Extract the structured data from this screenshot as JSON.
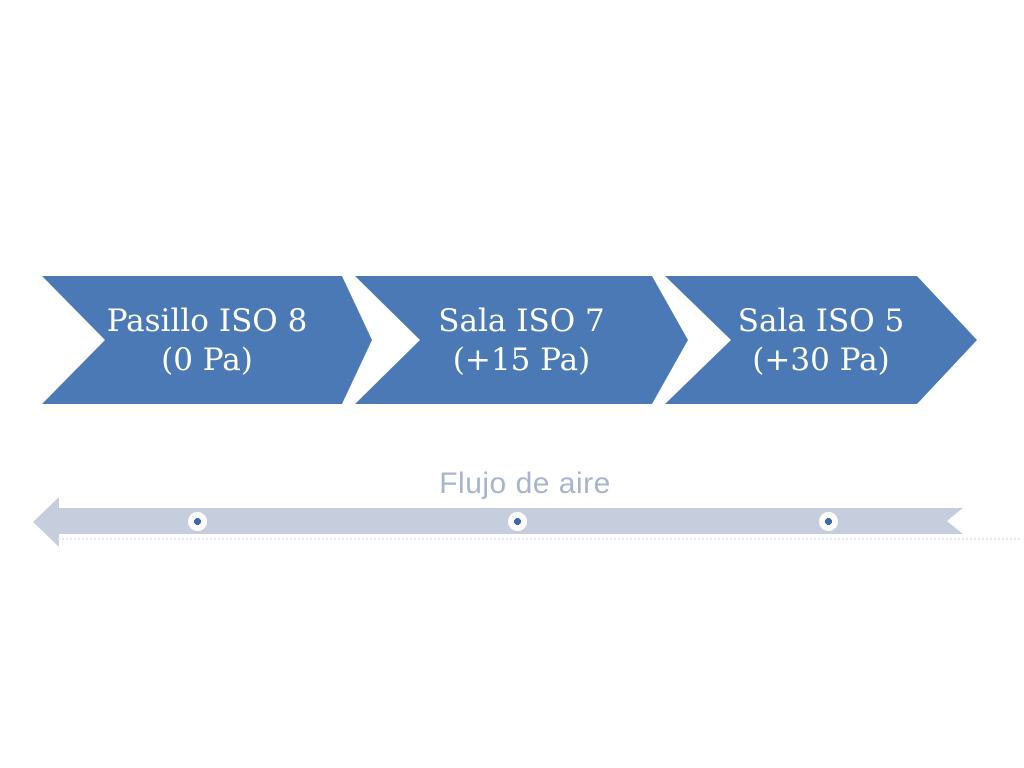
{
  "diagram": {
    "type": "process-flow",
    "steps": [
      {
        "name": "Pasillo ISO 8",
        "pressure": "(0 Pa)"
      },
      {
        "name": "Sala ISO 7",
        "pressure": "(+15 Pa)"
      },
      {
        "name": "Sala ISO 5",
        "pressure": "(+30 Pa)"
      }
    ],
    "airflow": {
      "label": "Flujo de aire"
    }
  },
  "colors": {
    "background": "#ffffff",
    "chevron_fill": "#4a79b5",
    "chevron_text": "#ffffff",
    "arrow_fill": "#c6cede",
    "airflow_label_color": "#a8b4ce",
    "dot_outer": "#ffffff",
    "dot_inner": "#3a6aa8",
    "dotted_line": "#e6eaf0"
  }
}
